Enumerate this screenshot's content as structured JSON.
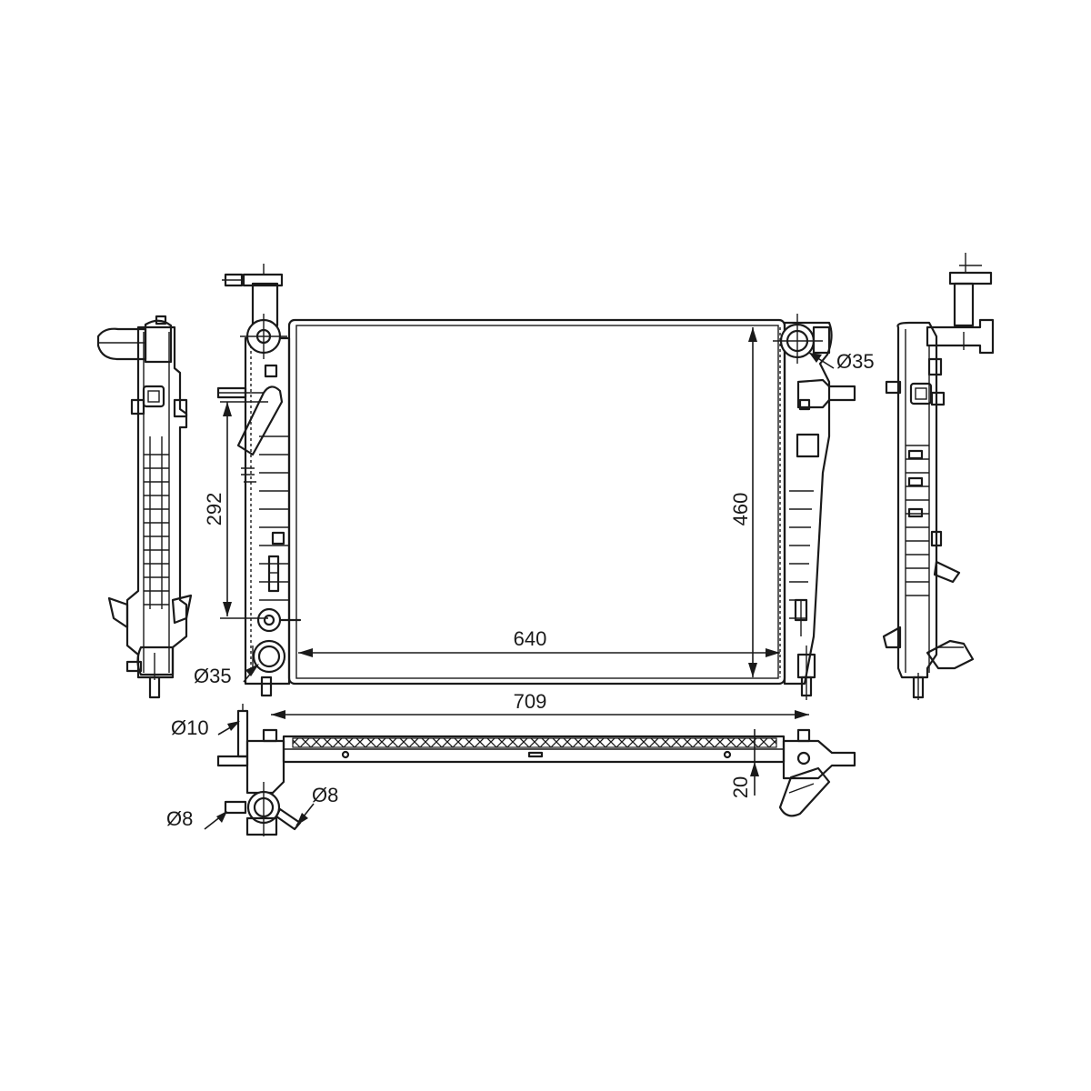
{
  "dimensions": {
    "core_height": "460",
    "core_width": "640",
    "overall_width": "709",
    "bracket_spacing": "292",
    "core_depth": "20"
  },
  "diameters": {
    "upper_right_port": "Ø35",
    "lower_left_port": "Ø35",
    "drain_plug": "Ø10",
    "trans_line_left": "Ø8",
    "trans_line_right": "Ø8"
  }
}
